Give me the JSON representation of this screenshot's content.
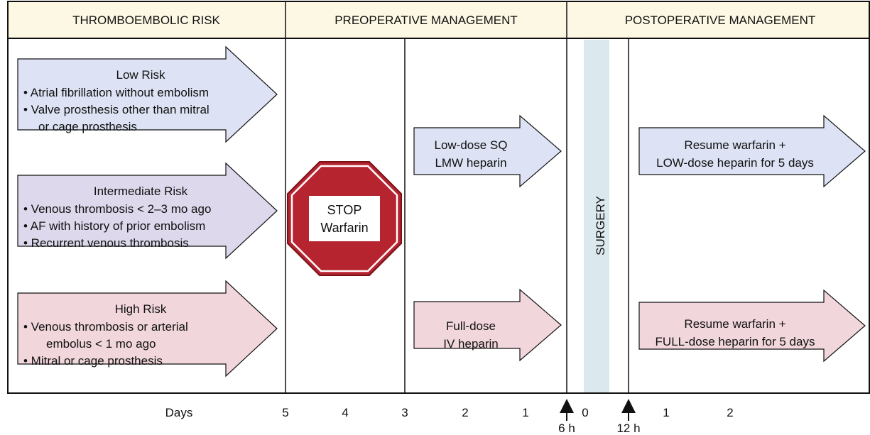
{
  "headers": {
    "risk": "THROMBOEMBOLIC RISK",
    "preop": "PREOPERATIVE MANAGEMENT",
    "postop": "POSTOPERATIVE MANAGEMENT"
  },
  "risk_levels": [
    {
      "title": "Low Risk",
      "lines": [
        "• Atrial fibrillation without embolism",
        "• Valve prosthesis other than mitral",
        "or cage prosthesis"
      ],
      "color": "#dde3f4"
    },
    {
      "title": "Intermediate Risk",
      "lines": [
        "• Venous thrombosis < 2–3 mo ago",
        "• AF with history of prior embolism",
        "• Recurrent venous thrombosis"
      ],
      "color": "#ddd8ec"
    },
    {
      "title": "High Risk",
      "lines": [
        "• Venous thrombosis or arterial",
        "embolus < 1 mo ago",
        "• Mitral or cage prosthesis"
      ],
      "color": "#f1d6dc"
    }
  ],
  "stop_sign": {
    "line1": "STOP",
    "line2": "Warfarin",
    "color": "#b5242f"
  },
  "preop_actions": {
    "low": [
      "Low-dose SQ",
      "LMW heparin"
    ],
    "high": [
      "Full-dose",
      "IV heparin"
    ]
  },
  "surgery_label": "SURGERY",
  "surgery_color": "#dbe9ef",
  "postop_actions": {
    "low": [
      "Resume warfarin +",
      "LOW-dose heparin for 5 days"
    ],
    "high": [
      "Resume warfarin +",
      "FULL-dose heparin for 5 days"
    ]
  },
  "timeline": {
    "label": "Days",
    "preop_ticks": [
      "5",
      "4",
      "3",
      "2",
      "1"
    ],
    "postop_ticks": [
      "0",
      "1",
      "2"
    ],
    "markers": [
      "6 h",
      "12 h"
    ]
  },
  "colors": {
    "header_bg": "#fdf8e3",
    "low_arrow": "#dde3f4",
    "high_arrow": "#f1d6dc"
  }
}
